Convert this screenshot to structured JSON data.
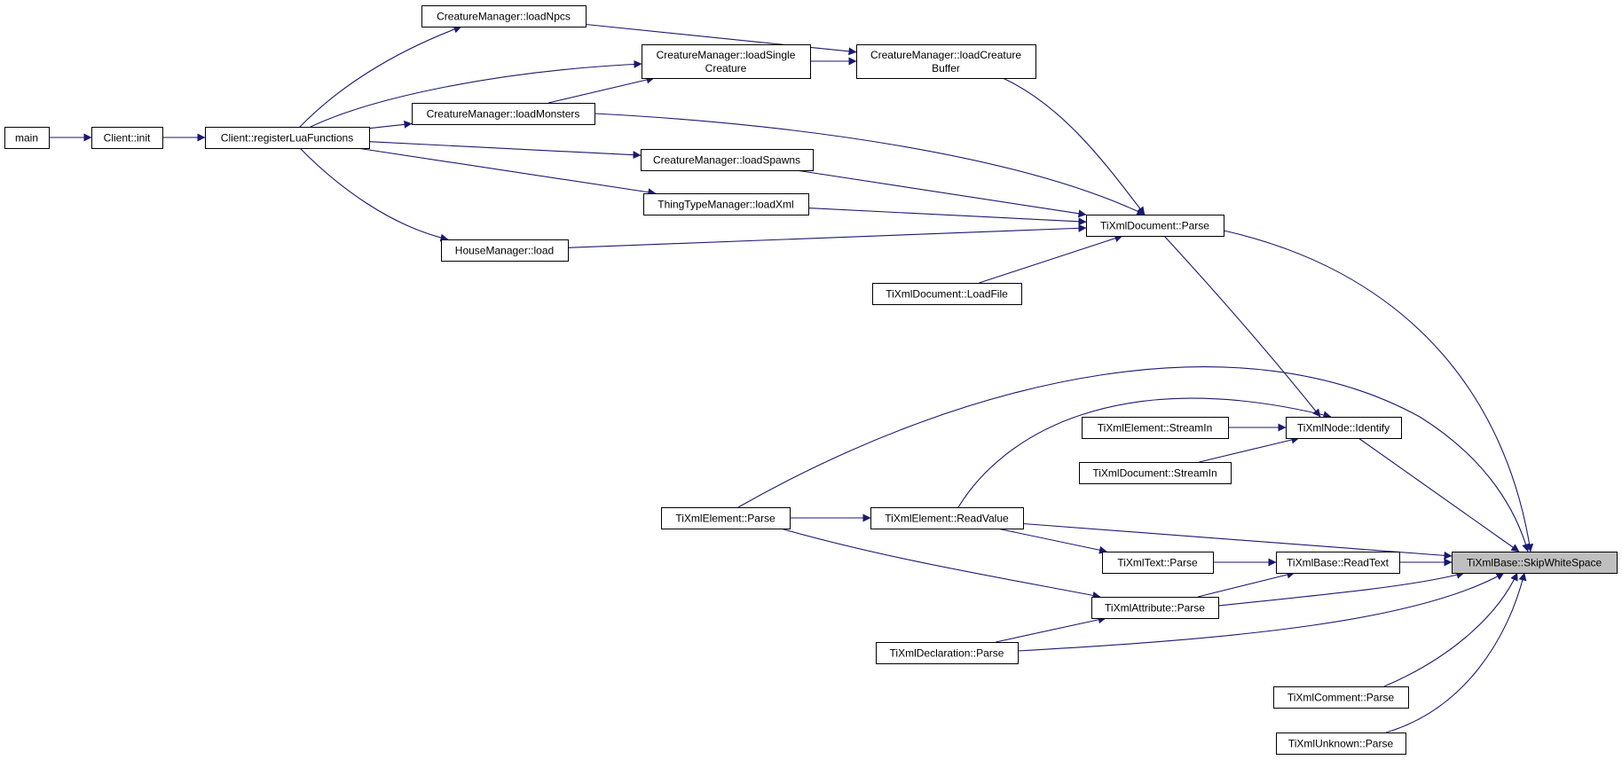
{
  "graph": {
    "nodes": [
      {
        "id": "main",
        "label": "main"
      },
      {
        "id": "client_init",
        "label": "Client::init"
      },
      {
        "id": "register_lua",
        "label": "Client::registerLuaFunctions"
      },
      {
        "id": "load_npcs",
        "label": "CreatureManager::loadNpcs"
      },
      {
        "id": "load_single",
        "label": "CreatureManager::loadSingle Creature"
      },
      {
        "id": "load_monsters",
        "label": "CreatureManager::loadMonsters"
      },
      {
        "id": "load_spawns",
        "label": "CreatureManager::loadSpawns"
      },
      {
        "id": "thing_loadxml",
        "label": "ThingTypeManager::loadXml"
      },
      {
        "id": "house_load",
        "label": "HouseManager::load"
      },
      {
        "id": "load_buffer",
        "label": "CreatureManager::loadCreature Buffer"
      },
      {
        "id": "doc_parse",
        "label": "TiXmlDocument::Parse"
      },
      {
        "id": "doc_loadfile",
        "label": "TiXmlDocument::LoadFile"
      },
      {
        "id": "elem_streamin",
        "label": "TiXmlElement::StreamIn"
      },
      {
        "id": "node_identify",
        "label": "TiXmlNode::Identify"
      },
      {
        "id": "doc_streamin",
        "label": "TiXmlDocument::StreamIn"
      },
      {
        "id": "elem_parse",
        "label": "TiXmlElement::Parse"
      },
      {
        "id": "elem_readvalue",
        "label": "TiXmlElement::ReadValue"
      },
      {
        "id": "text_parse",
        "label": "TiXmlText::Parse"
      },
      {
        "id": "base_readtext",
        "label": "TiXmlBase::ReadText"
      },
      {
        "id": "skipws",
        "label": "TiXmlBase::SkipWhiteSpace"
      },
      {
        "id": "attr_parse",
        "label": "TiXmlAttribute::Parse"
      },
      {
        "id": "decl_parse",
        "label": "TiXmlDeclaration::Parse"
      },
      {
        "id": "comment_parse",
        "label": "TiXmlComment::Parse"
      },
      {
        "id": "unknown_parse",
        "label": "TiXmlUnknown::Parse"
      }
    ],
    "edges": [
      [
        "main",
        "client_init"
      ],
      [
        "client_init",
        "register_lua"
      ],
      [
        "register_lua",
        "load_npcs"
      ],
      [
        "register_lua",
        "load_single"
      ],
      [
        "register_lua",
        "load_monsters"
      ],
      [
        "register_lua",
        "load_spawns"
      ],
      [
        "register_lua",
        "thing_loadxml"
      ],
      [
        "register_lua",
        "house_load"
      ],
      [
        "load_npcs",
        "load_buffer"
      ],
      [
        "load_single",
        "load_buffer"
      ],
      [
        "load_monsters",
        "load_single"
      ],
      [
        "load_buffer",
        "doc_parse"
      ],
      [
        "load_monsters",
        "doc_parse"
      ],
      [
        "load_spawns",
        "doc_parse"
      ],
      [
        "thing_loadxml",
        "doc_parse"
      ],
      [
        "house_load",
        "doc_parse"
      ],
      [
        "doc_loadfile",
        "doc_parse"
      ],
      [
        "doc_parse",
        "node_identify"
      ],
      [
        "doc_parse",
        "skipws"
      ],
      [
        "elem_streamin",
        "node_identify"
      ],
      [
        "doc_streamin",
        "node_identify"
      ],
      [
        "elem_readvalue",
        "node_identify"
      ],
      [
        "node_identify",
        "skipws"
      ],
      [
        "elem_parse",
        "elem_readvalue"
      ],
      [
        "elem_parse",
        "skipws"
      ],
      [
        "elem_parse",
        "attr_parse"
      ],
      [
        "elem_readvalue",
        "skipws"
      ],
      [
        "elem_readvalue",
        "text_parse"
      ],
      [
        "text_parse",
        "base_readtext"
      ],
      [
        "base_readtext",
        "skipws"
      ],
      [
        "attr_parse",
        "base_readtext"
      ],
      [
        "attr_parse",
        "skipws"
      ],
      [
        "decl_parse",
        "attr_parse"
      ],
      [
        "decl_parse",
        "skipws"
      ],
      [
        "comment_parse",
        "skipws"
      ],
      [
        "unknown_parse",
        "skipws"
      ]
    ],
    "highlight": "skipws",
    "edge_color": "#191970",
    "highlight_fill": "#bfbfbf"
  }
}
